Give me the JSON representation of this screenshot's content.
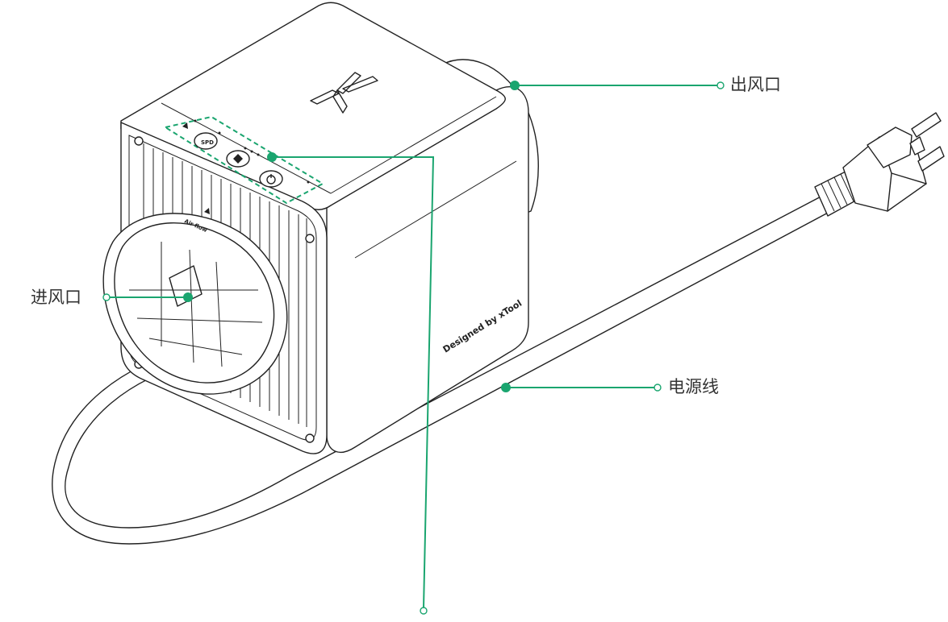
{
  "labels": {
    "air_outlet": "出风口",
    "air_inlet": "进风口",
    "power_cord": "电源线"
  },
  "device_text": {
    "brand_mark": "X",
    "designed_by": "Designed by xTool",
    "airflow": "Air flow"
  },
  "colors": {
    "accent": "#1aa56f",
    "line": "#222222",
    "label_text": "#333333"
  },
  "icons": {
    "control_buttons": [
      "fan-speed-icon",
      "fan-icon",
      "power-icon"
    ],
    "airflow_arrow": "arrow-up-icon"
  }
}
